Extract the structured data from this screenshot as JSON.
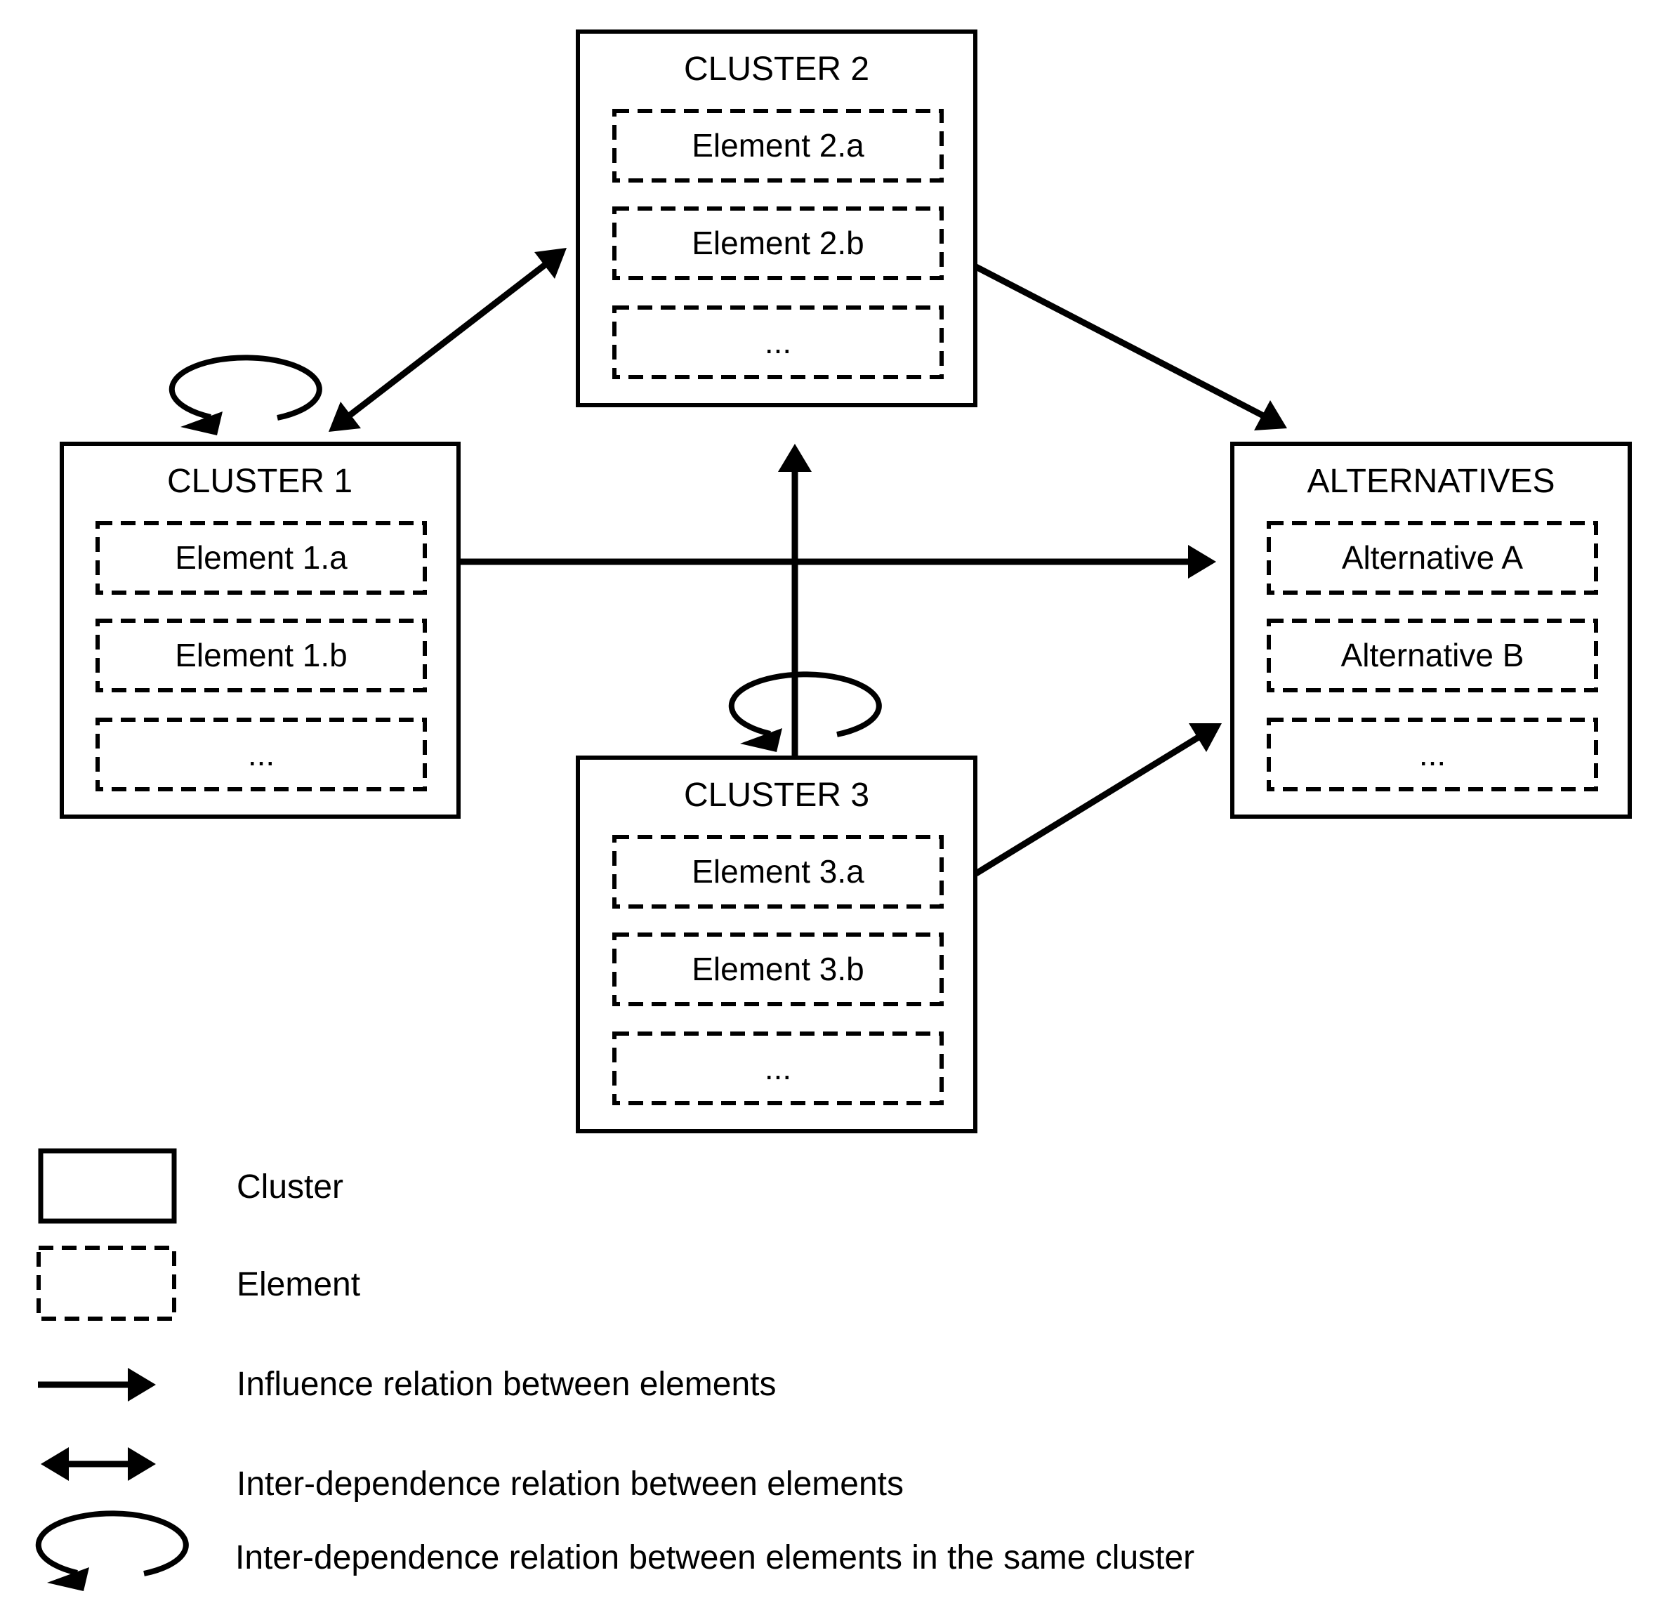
{
  "diagram": {
    "clusters": [
      {
        "id": "cluster1",
        "title": "CLUSTER 1",
        "elements": [
          "Element 1.a",
          "Element 1.b",
          "..."
        ]
      },
      {
        "id": "cluster2",
        "title": "CLUSTER 2",
        "elements": [
          "Element 2.a",
          "Element 2.b",
          "..."
        ]
      },
      {
        "id": "cluster3",
        "title": "CLUSTER 3",
        "elements": [
          "Element 3.a",
          "Element 3.b",
          "..."
        ]
      },
      {
        "id": "alternatives",
        "title": "ALTERNATIVES",
        "elements": [
          "Alternative A",
          "Alternative B",
          "..."
        ]
      }
    ],
    "relations": [
      {
        "type": "inter-dependence",
        "from": "CLUSTER 1",
        "to": "CLUSTER 2"
      },
      {
        "type": "influence",
        "from": "CLUSTER 1",
        "to": "ALTERNATIVES"
      },
      {
        "type": "influence",
        "from": "CLUSTER 2",
        "to": "ALTERNATIVES"
      },
      {
        "type": "influence",
        "from": "CLUSTER 3",
        "to": "CLUSTER 2"
      },
      {
        "type": "influence",
        "from": "CLUSTER 3",
        "to": "ALTERNATIVES"
      },
      {
        "type": "self-loop",
        "from": "CLUSTER 1",
        "to": "CLUSTER 1"
      },
      {
        "type": "self-loop",
        "from": "CLUSTER 3",
        "to": "CLUSTER 3"
      }
    ]
  },
  "legend": {
    "items": [
      {
        "symbol": "solid-rect",
        "label": "Cluster"
      },
      {
        "symbol": "dashed-rect",
        "label": "Element"
      },
      {
        "symbol": "arrow",
        "label": "Influence relation between elements"
      },
      {
        "symbol": "double-arrow",
        "label": "Inter-dependence relation between elements"
      },
      {
        "symbol": "loop",
        "label": "Inter-dependence relation between elements in the same cluster"
      }
    ]
  },
  "colors": {
    "ink": "#000000",
    "background": "#ffffff"
  }
}
